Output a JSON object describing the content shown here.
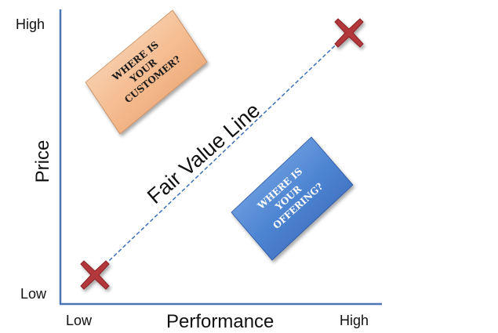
{
  "axes": {
    "y_title": "Price",
    "y_high": "High",
    "y_low": "Low",
    "x_title": "Performance",
    "x_low": "Low",
    "x_high": "High"
  },
  "diagonal": {
    "label": "Fair Value Line",
    "color": "#3b6fb8"
  },
  "customer_box": {
    "lines": [
      "WHERE IS",
      "YOUR",
      "CUSTOMER?"
    ],
    "color": "#f2b88a",
    "text_color": "#1a1a1a"
  },
  "offering_box": {
    "lines": [
      "WHERE IS",
      "YOUR",
      "OFFERING?"
    ],
    "color": "#4a82d0",
    "text_color": "#ffffff"
  },
  "markers": {
    "icon": "x-mark-icon",
    "color": "#b2373a"
  }
}
